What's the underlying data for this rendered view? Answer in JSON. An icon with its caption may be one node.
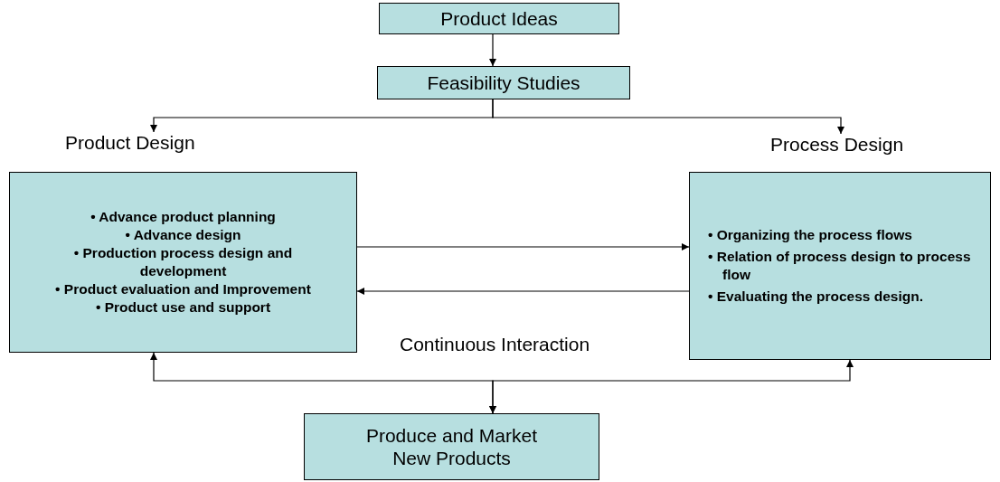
{
  "diagram": {
    "nodes": [
      {
        "text": [
          "Product Ideas"
        ]
      },
      {
        "text": [
          "Feasibility Studies"
        ]
      },
      {
        "text": [
          "Product Design",
          "• Advance product planning",
          "• Advance design",
          "• Production process design and development",
          "• Product evaluation and Improvement",
          "• Product use and support"
        ]
      },
      {
        "text": [
          "Process Design",
          "• Organizing the process flows",
          "• Relation of process design to process flow",
          "• Evaluating the process design."
        ]
      },
      {
        "text": [
          "Produce and Market New Products"
        ]
      }
    ],
    "edges": [
      {
        "from": 0,
        "to": 1,
        "arrow": "to"
      },
      {
        "from": 1,
        "to": 2,
        "arrow": "to"
      },
      {
        "from": 1,
        "to": 3,
        "arrow": "to"
      },
      {
        "from": 2,
        "to": 3,
        "arrow": "to"
      },
      {
        "from": 3,
        "to": 2,
        "arrow": "to"
      },
      {
        "from": 2,
        "to": 4,
        "arrow": "both"
      },
      {
        "from": 3,
        "to": 4,
        "arrow": "both"
      }
    ],
    "labels": [
      "Continuous Interaction"
    ]
  }
}
